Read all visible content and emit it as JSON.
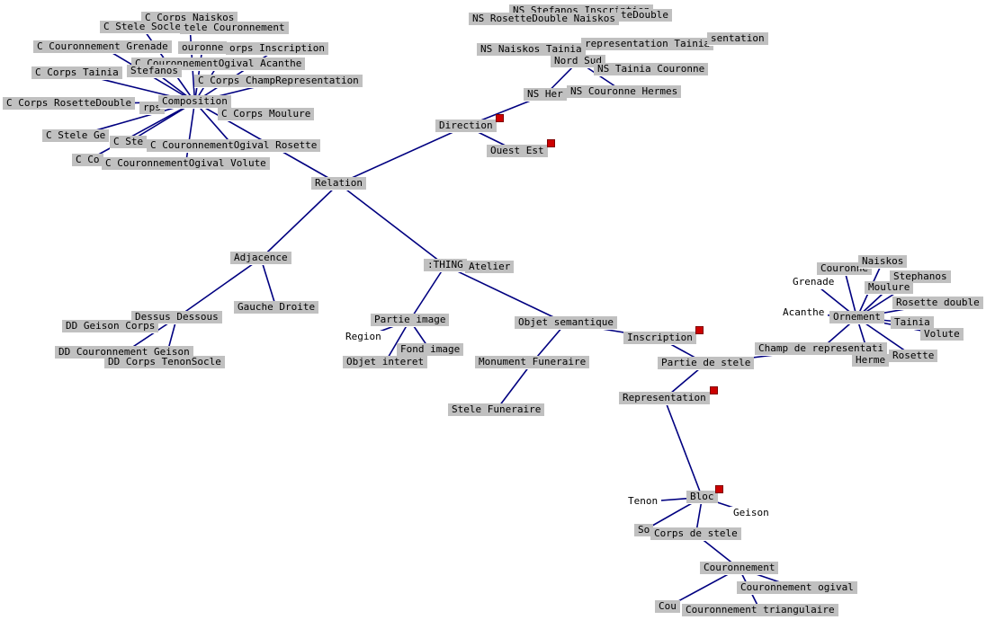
{
  "graph": {
    "edge_color": "#000080",
    "node_bg": "#c0c0c0",
    "marker_color": "#cc0000",
    "nodes": {
      "relation": "Relation",
      "direction": "Direction",
      "ouest_est": "Ouest Est",
      "nord_sud": "Nord Sud",
      "ns_her": "NS Her",
      "ns_couronne_hermes": "NS Couronne Hermes",
      "ns_tainia_couronne": "NS Tainia Couronne",
      "ns_naiskos_tainia": "NS Naiskos Tainia",
      "ns_rosettedouble_naiskos": "NS RosetteDouble Naiskos",
      "ns_stefanos_inscription": "NS Stefanos Inscription",
      "ns_tedouble": "teDouble",
      "ns_representation_tainia": "representation Tainia",
      "ns_sentation": "sentation",
      "composition": "Composition",
      "c_corps_naiskos": "C Corps Naiskos",
      "c_stele_socle": "C Stele Socle",
      "c_stele_couronnement": "tele Couronnement",
      "c_couronnement_grenade": "C Couronnement Grenade",
      "c_couronne": "ouronne",
      "c_corps_inscription": "orps Inscription",
      "c_couronnementogival_acanthe": "C CouronnementOgival Acanthe",
      "c_corps_tainia": "C Corps Tainia",
      "stefanos_c": "Stefanos",
      "c_corps_champrepresentation": "C Corps ChampRepresentation",
      "c_corps_rosettedouble": "C Corps RosetteDouble",
      "c_rps": "rps",
      "c_corps_moulure": "C Corps Moulure",
      "c_stele_ge": "C Stele Ge",
      "c_ste": "C Ste",
      "c_couronnementogival_rosette": "C CouronnementOgival Rosette",
      "c_co": "C Co",
      "c_couronnementogival_volute": "C CouronnementOgival Volute",
      "adjacence": "Adjacence",
      "gauche_droite": "Gauche Droite",
      "dessus_dessous": "Dessus Dessous",
      "dd_geison_corps": "DD Geison Corps",
      "dd_couronnement_geison": "DD Couronnement Geison",
      "dd_corps_tenonsocle": "DD Corps TenonSocle",
      "thing": ":THING",
      "atelier": "Atelier",
      "partie_image": "Partie image",
      "region": "Region",
      "fond_image": "Fond image",
      "objet_interet": "Objet interet",
      "objet_semantique": "Objet semantique",
      "monument_funeraire": "Monument Funeraire",
      "stele_funeraire": "Stele Funeraire",
      "inscription": "Inscription",
      "partie_de_stele": "Partie de stele",
      "representation": "Representation",
      "champ_de_representation": "Champ de representati",
      "ornement": "Ornement",
      "couronne_o": "Couronne",
      "naiskos_o": "Naiskos",
      "grenade": "Grenade",
      "stephanos": "Stephanos",
      "moulure": "Moulure",
      "rosette_double": "Rosette double",
      "acanthe": "Acanthe",
      "tainia": "Tainia",
      "volute": "Volute",
      "hermes": "Herme",
      "rosette": "Rosette",
      "bloc": "Bloc",
      "tenon": "Tenon",
      "geison": "Geison",
      "socle": "So",
      "corps_de_stele": "Corps de stele",
      "couronnement": "Couronnement",
      "couronnement_ogival": "Couronnement ogival",
      "cou": "Cou",
      "couronnement_triangulaire": "Couronnement triangulaire"
    }
  }
}
